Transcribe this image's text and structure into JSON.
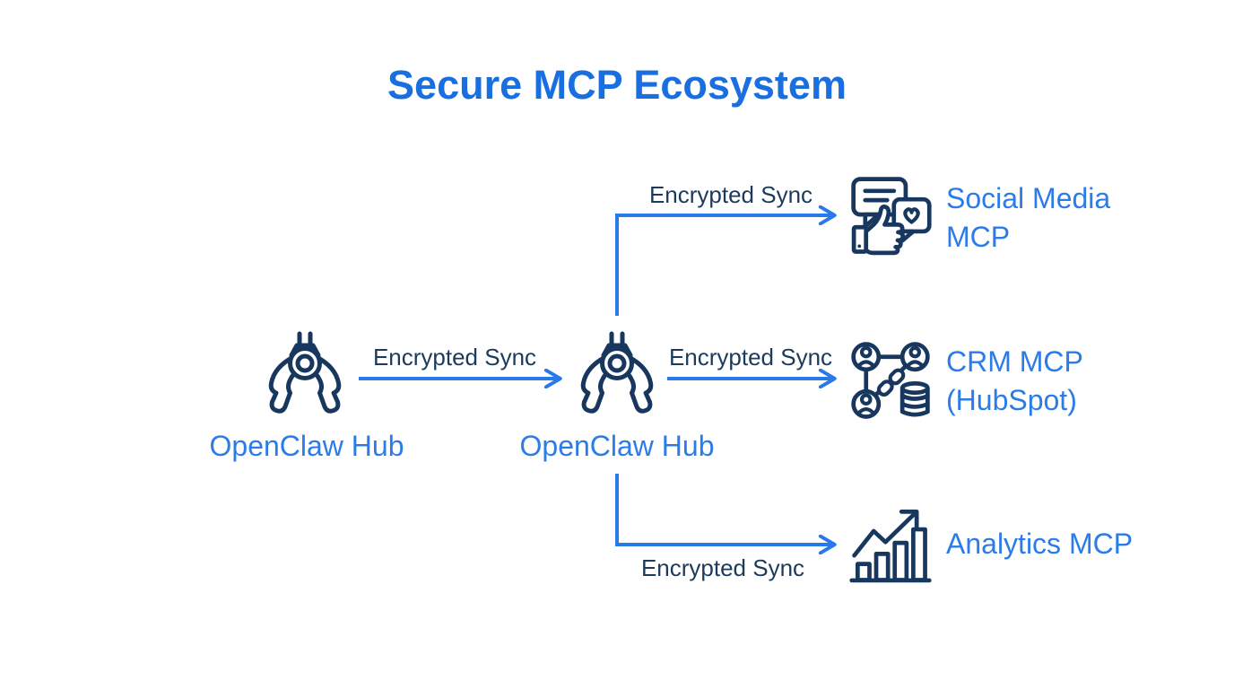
{
  "title": "Secure MCP Ecosystem",
  "colors": {
    "background": "#ffffff",
    "title_text": "#1a6fe0",
    "node_label_text": "#2b7ce9",
    "edge_line": "#2979e8",
    "edge_label_text": "#1b3a5c",
    "icon_stroke": "#17375e"
  },
  "diagram": {
    "nodes": [
      {
        "id": "hub-left",
        "label": "OpenClaw Hub",
        "icon": "claw-icon"
      },
      {
        "id": "hub-center",
        "label": "OpenClaw Hub",
        "icon": "claw-icon"
      },
      {
        "id": "social-media-mcp",
        "label": "Social Media MCP",
        "label_lines": [
          "Social Media",
          "MCP"
        ],
        "icon": "social-engagement-icon"
      },
      {
        "id": "crm-mcp",
        "label": "CRM MCP (HubSpot)",
        "label_lines": [
          "CRM MCP",
          "(HubSpot)"
        ],
        "icon": "crm-network-database-icon"
      },
      {
        "id": "analytics-mcp",
        "label": "Analytics MCP",
        "label_lines": [
          "Analytics MCP"
        ],
        "icon": "growth-chart-icon"
      }
    ],
    "edges": [
      {
        "from": "hub-left",
        "to": "hub-center",
        "label": "Encrypted Sync"
      },
      {
        "from": "hub-center",
        "to": "social-media-mcp",
        "label": "Encrypted Sync"
      },
      {
        "from": "hub-center",
        "to": "crm-mcp",
        "label": "Encrypted Sync"
      },
      {
        "from": "hub-center",
        "to": "analytics-mcp",
        "label": "Encrypted Sync"
      }
    ]
  }
}
